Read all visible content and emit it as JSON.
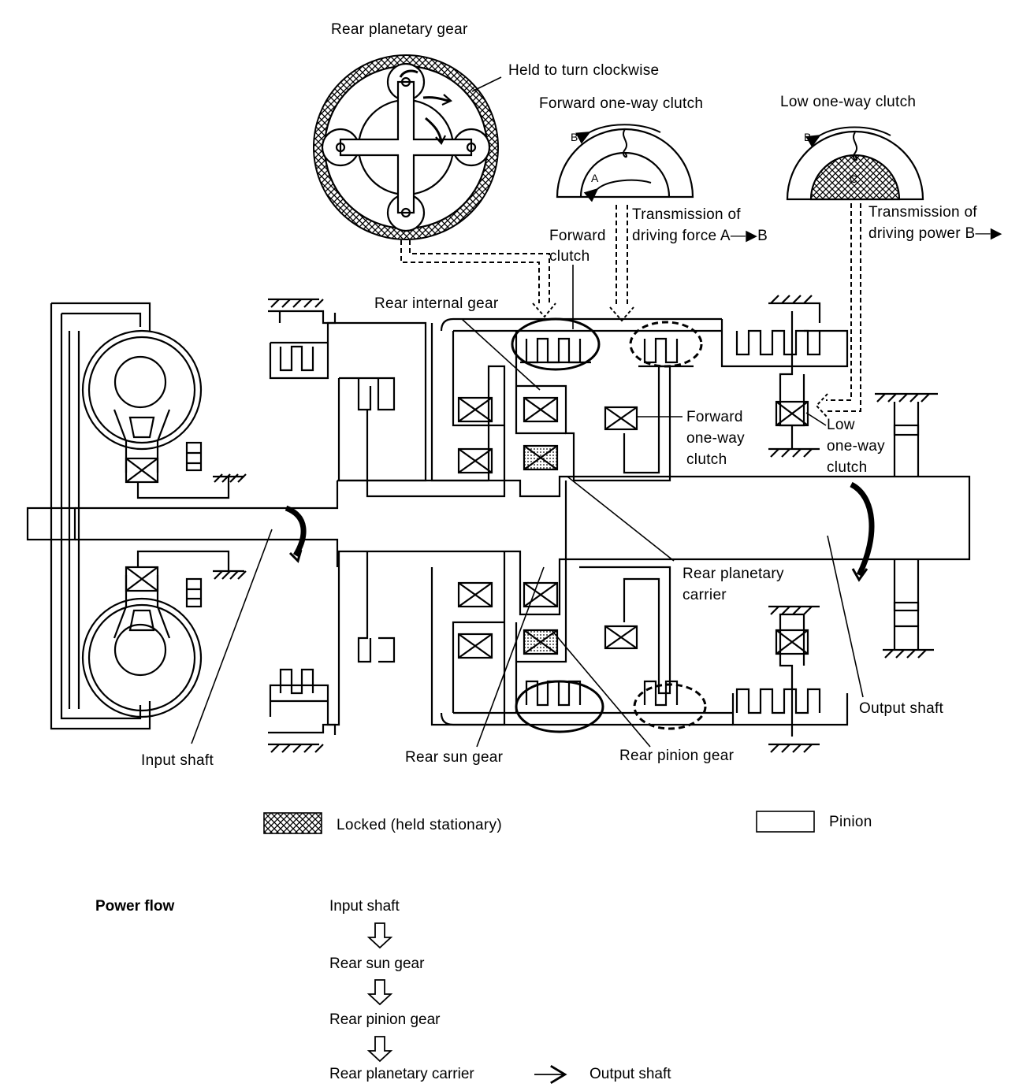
{
  "labels": {
    "rear_planetary_gear": "Rear planetary gear",
    "held_clockwise": "Held to turn clockwise",
    "forward_one_way_clutch_title": "Forward one-way clutch",
    "low_one_way_clutch_title": "Low one-way clutch",
    "transmission_driving_force": [
      "Transmission of",
      "driving force A—▶B"
    ],
    "transmission_driving_power": [
      "Transmission of",
      "driving power B—▶"
    ],
    "forward_clutch": [
      "Forward",
      "clutch"
    ],
    "rear_internal_gear": "Rear internal gear",
    "forward_one_way_clutch": [
      "Forward",
      "one-way",
      "clutch"
    ],
    "low_one_way_clutch": [
      "Low",
      "one-way",
      "clutch"
    ],
    "rear_planetary_carrier": [
      "Rear planetary",
      "carrier"
    ],
    "output_shaft": "Output shaft",
    "input_shaft": "Input shaft",
    "rear_sun_gear": "Rear sun gear",
    "rear_pinion_gear": "Rear pinion gear"
  },
  "clutch_letters": {
    "forward": {
      "outer": "B",
      "inner": "A"
    },
    "low": {
      "outer": "B",
      "inner": "C"
    }
  },
  "legend": {
    "locked": "Locked (held stationary)",
    "pinion": "Pinion"
  },
  "power_flow": {
    "title": "Power flow",
    "steps": [
      "Input shaft",
      "Rear sun gear",
      "Rear pinion gear",
      "Rear planetary carrier"
    ],
    "final": "Output shaft"
  },
  "colors": {
    "ink": "#000000",
    "paper": "#ffffff"
  }
}
